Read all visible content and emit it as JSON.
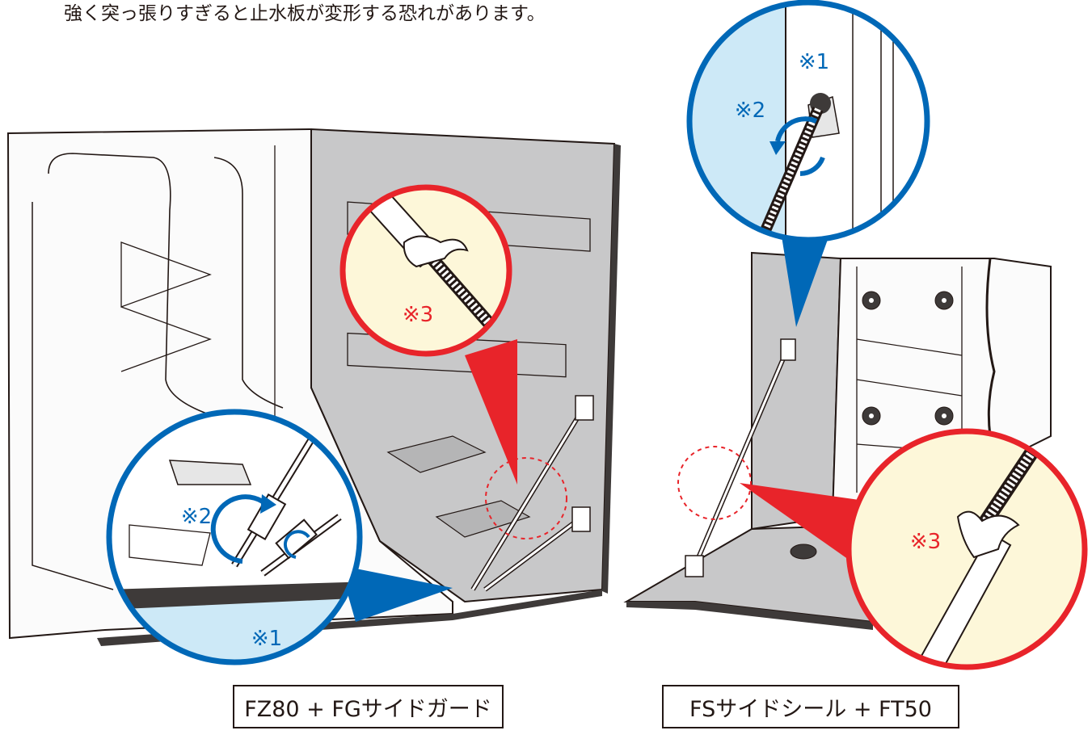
{
  "intro_text": "強く突っ張りすぎると止水板が変形する恐れがあります。",
  "captions": {
    "left": "FZ80 + FGサイドガード",
    "right": "FSサイドシール + FT50"
  },
  "callouts": {
    "left_mark1": "※1",
    "left_mark2": "※2",
    "left_mark3": "※3",
    "right_mark1": "※1",
    "right_mark2": "※2",
    "right_mark3": "※3"
  },
  "colors": {
    "blue": "#0068b7",
    "red": "#e8242a",
    "light_blue": "#cde9f7",
    "light_yellow": "#fdf7d9",
    "panel_gray": "#c8c8c9"
  }
}
